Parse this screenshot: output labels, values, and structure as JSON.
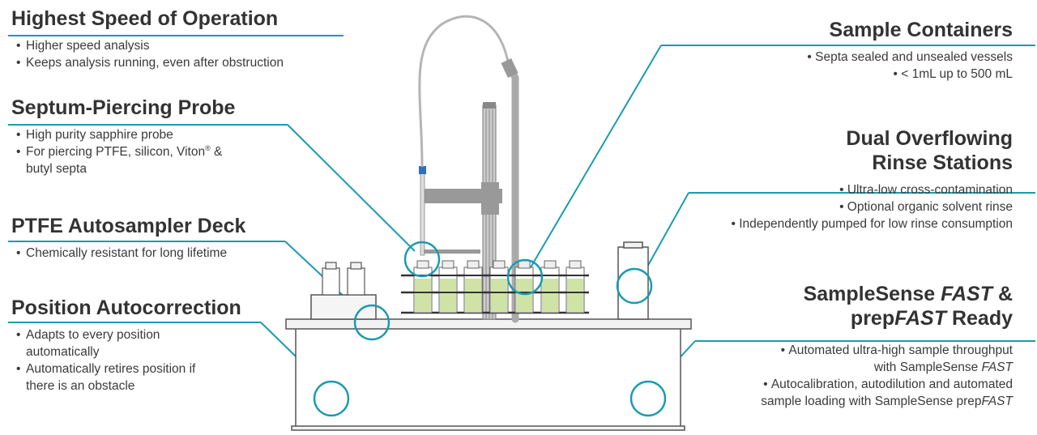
{
  "features": {
    "speed": {
      "heading": "Highest Speed of Operation",
      "bullets": [
        "Higher speed analysis",
        "Keeps analysis running, even after obstruction"
      ]
    },
    "probe": {
      "heading": "Septum-Piercing Probe",
      "bullet1": "High purity sapphire probe",
      "bullet2_a": "For piercing PTFE, silicon, Viton",
      "bullet2_sup": "®",
      "bullet2_b": " &",
      "bullet2_c": "butyl septa"
    },
    "deck": {
      "heading": "PTFE Autosampler Deck",
      "bullets": [
        "Chemically resistant for long lifetime"
      ]
    },
    "autocorrect": {
      "heading": "Position Autocorrection",
      "bullet1_a": "Adapts to every position",
      "bullet1_b": "automatically",
      "bullet2_a": "Automatically retires position if",
      "bullet2_b": "there is an obstacle"
    },
    "containers": {
      "heading": "Sample Containers",
      "bullets": [
        "Septa sealed and unsealed vessels",
        "< 1mL up to 500 mL"
      ]
    },
    "rinse": {
      "heading_line1": "Dual Overflowing",
      "heading_line2": "Rinse Stations",
      "bullets": [
        "Ultra-low cross-contamination",
        "Optional organic solvent rinse",
        "Independently pumped for low rinse consumption"
      ]
    },
    "samplesense": {
      "heading_a": "SampleSense ",
      "heading_b": "FAST",
      "heading_c": " &",
      "heading_d": "prep",
      "heading_e": "FAST",
      "heading_f": " Ready",
      "bullet1_a": "Automated ultra-high sample throughput",
      "bullet1_b": "with SampleSense ",
      "bullet1_c": "FAST",
      "bullet2_a": "Autocalibration, autodilution and automated",
      "bullet2_b": "sample loading with SampleSense prep",
      "bullet2_c": "FAST"
    }
  },
  "colors": {
    "accent": "#1a9bb0",
    "liquid": "#cfe3a6",
    "machine_line": "#555555",
    "machine_fill": "#f2f2f2",
    "arm": "#999999",
    "text": "#333333"
  }
}
